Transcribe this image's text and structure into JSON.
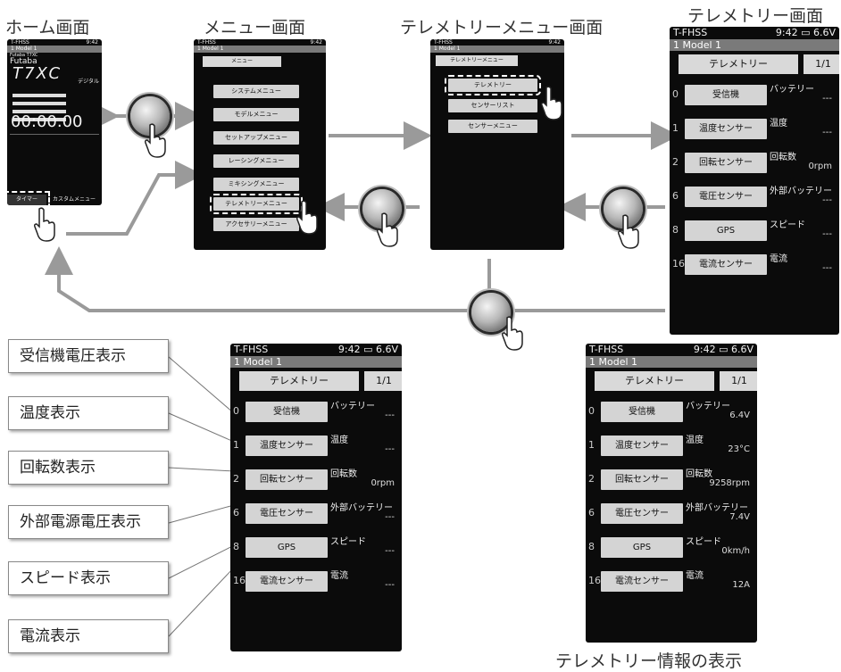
{
  "titles": {
    "home": "ホーム画面",
    "menu": "メニュー画面",
    "telemetry_menu": "テレメトリーメニュー画面",
    "telemetry": "テレメトリー画面",
    "info": "テレメトリー情報の表示"
  },
  "header": {
    "system": "T-FHSS",
    "time": "9:42",
    "battery_icon": "battery-icon",
    "voltage": "6.6V",
    "model": "1  Model 1"
  },
  "home": {
    "brand": "Futaba",
    "sub_brand": "Futaba T7XC",
    "logo": "T7XC",
    "mode": "デジタル",
    "timer": "00:00.00",
    "softkeys": [
      "タイマー",
      "カスタムメニュー"
    ]
  },
  "menu": {
    "tab": "メニュー",
    "items": [
      "システムメニュー",
      "モデルメニュー",
      "セットアップメニュー",
      "レーシングメニュー",
      "ミキシングメニュー",
      "テレメトリーメニュー",
      "アクセサリーメニュー"
    ]
  },
  "telemetry_menu": {
    "tab": "テレメトリーメニュー",
    "items": [
      "テレメトリー",
      "センサーリスト",
      "センサーメニュー"
    ]
  },
  "telemetry": {
    "tab": "テレメトリー",
    "page": "1/1",
    "rows": [
      {
        "num": "0",
        "button": "受信機",
        "label": "バッテリー",
        "empty": "---",
        "value": "6.4V"
      },
      {
        "num": "1",
        "button": "温度センサー",
        "label": "温度",
        "empty": "---",
        "value": "23°C"
      },
      {
        "num": "2",
        "button": "回転センサー",
        "label": "回転数",
        "empty": "0rpm",
        "value": "9258rpm"
      },
      {
        "num": "6",
        "button": "電圧センサー",
        "label": "外部バッテリー",
        "empty": "---",
        "value": "7.4V"
      },
      {
        "num": "8",
        "button": "GPS",
        "label": "スピード",
        "empty": "---",
        "value": "0km/h"
      },
      {
        "num": "16",
        "button": "電流センサー",
        "label": "電流",
        "empty": "---",
        "value": "12A"
      }
    ]
  },
  "callouts": [
    "受信機電圧表示",
    "温度表示",
    "回転数表示",
    "外部電源電圧表示",
    "スピード表示",
    "電流表示"
  ],
  "colors": {
    "screen_bg": "#0b0b0b",
    "button": "#d4d4d4",
    "arrow": "#9a9a9a",
    "model_bar": "#7a7a7a"
  }
}
